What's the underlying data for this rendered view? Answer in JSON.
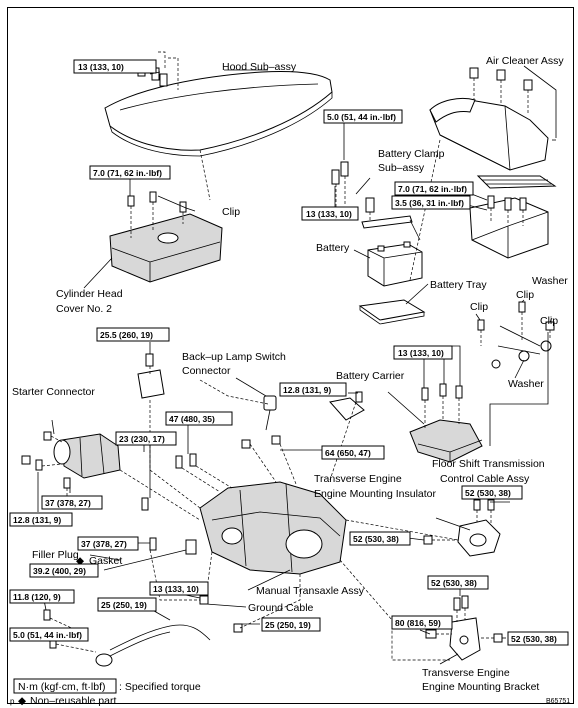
{
  "parts": {
    "hood": "Hood Sub–assy",
    "air_cleaner": "Air Cleaner Assy",
    "battery_clamp_1": "Battery Clamp",
    "battery_clamp_2": "Sub–assy",
    "clip": "Clip",
    "battery": "Battery",
    "battery_tray": "Battery Tray",
    "cyl_head_1": "Cylinder Head",
    "cyl_head_2": "Cover No. 2",
    "clip_a": "Clip",
    "clip_b": "Clip",
    "clip_c": "Clip",
    "washer_a": "Washer",
    "washer_b": "Washer",
    "backup_lamp_1": "Back–up Lamp Switch",
    "backup_lamp_2": "Connector",
    "battery_carrier": "Battery Carrier",
    "starter_connector": "Starter Connector",
    "floor_shift_1": "Floor Shift Transmission",
    "floor_shift_2": "Control Cable Assy",
    "trans_insulator_1": "Transverse Engine",
    "trans_insulator_2": "Engine Mounting Insulator",
    "filler_plug": "Filler Plug",
    "gasket": "Gasket",
    "manual_transaxle": "Manual Transaxle Assy",
    "ground_cable": "Ground Cable",
    "trans_bracket_1": "Transverse Engine",
    "trans_bracket_2": "Engine Mounting Bracket"
  },
  "torques": {
    "t1": "13 (133, 10)",
    "t2": "5.0 (51, 44 in.·lbf)",
    "t3": "13 (133, 10)",
    "t4": "7.0 (71, 62 in.·lbf)",
    "t5": "7.0 (71, 62 in.·lbf)",
    "t6": "3.5 (36, 31 in.·lbf)",
    "t7": "25.5 (260, 19)",
    "t8": "13 (133, 10)",
    "t9": "12.8 (131, 9)",
    "t10": "47 (480, 35)",
    "t11": "23 (230, 17)",
    "t12": "64 (650, 47)",
    "t13": "37 (378, 27)",
    "t14": "12.8 (131, 9)",
    "t15": "52 (530, 38)",
    "t16": "37 (378, 27)",
    "t17": "52 (530, 38)",
    "t18": "39.2 (400, 29)",
    "t19": "13 (133, 10)",
    "t20": "11.8 (120, 9)",
    "t21": "25 (250, 19)",
    "t22": "52 (530, 38)",
    "t23": "5.0 (51, 44 in.·lbf)",
    "t24": "25 (250, 19)",
    "t25": "80 (816, 59)",
    "t26": "52 (530, 38)"
  },
  "legend": {
    "unit": "N·m (kgf·cm, ft·lbf)",
    "specified": ": Specified torque",
    "diamond": "◆",
    "non_reusable": "Non–reusable part",
    "p_mark": "p"
  },
  "figure_code": "B65751"
}
